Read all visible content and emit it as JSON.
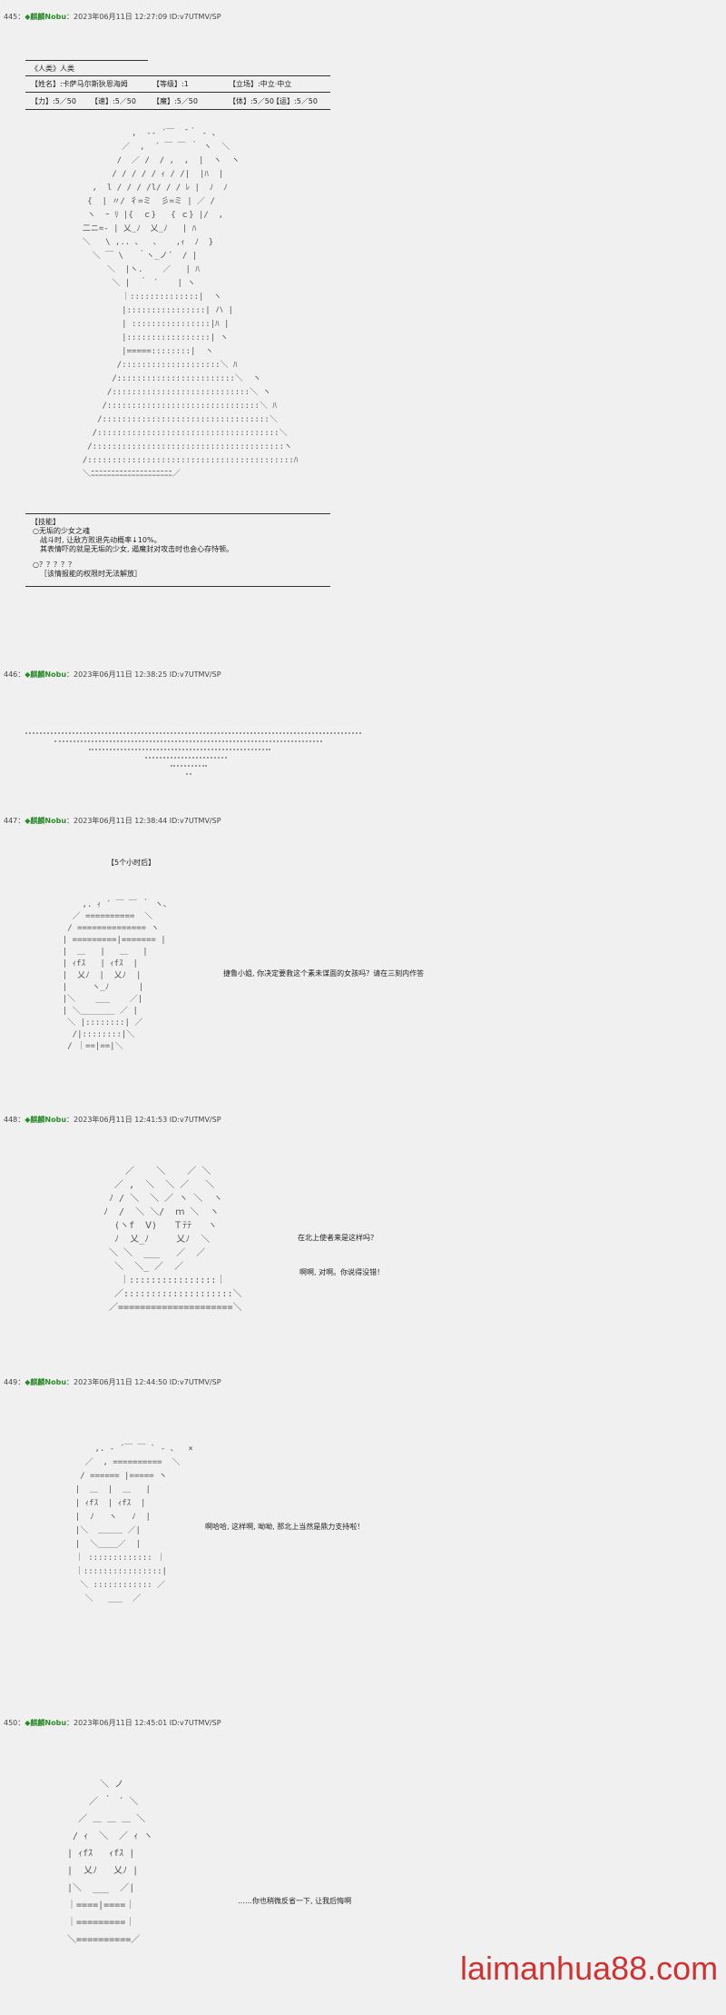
{
  "posts": [
    {
      "num": "445：",
      "name": "◆麒麟Nobu",
      "date": "：2023年06月11日 12:27:09 ID:v7UTMV/SP"
    },
    {
      "num": "446：",
      "name": "◆麒麟Nobu",
      "date": "：2023年06月11日 12:38:25 ID:v7UTMV/SP"
    },
    {
      "num": "447：",
      "name": "◆麒麟Nobu",
      "date": "：2023年06月11日 12:38:44 ID:v7UTMV/SP"
    },
    {
      "num": "448：",
      "name": "◆麒麟Nobu",
      "date": "：2023年06月11日 12:41:53 ID:v7UTMV/SP"
    },
    {
      "num": "449：",
      "name": "◆麒麟Nobu",
      "date": "：2023年06月11日 12:44:50 ID:v7UTMV/SP"
    },
    {
      "num": "450：",
      "name": "◆麒麟Nobu",
      "date": "：2023年06月11日 12:45:01 ID:v7UTMV/SP"
    }
  ],
  "stats": {
    "race": "《人类》人类",
    "name": "【姓名】:卡萨马尔斯狄恩海姆",
    "level": "【等级】:1",
    "stance": "【立场】:中立·中立",
    "str": "【力】:5／50",
    "spd": "【速】:5／50",
    "mag": "【魔】:5／50",
    "con": "【体】:5／50",
    "luk": "【运】:5／50"
  },
  "skills": {
    "header": "【技能】",
    "s1_title": "○无垢的少女之魂",
    "s1_l1": "战斗时, 让敌方败退先动概率↓10%。",
    "s1_l2": "其表情吓的就是无垢的少女, 遏魔封对攻击时也会心存恃顿。",
    "s2_title": "○？？？？？",
    "s2_l1": "［该情报能的权限时无法解放］"
  },
  "texts": {
    "time_skip": "【5个小时后】",
    "p447_line": "捷鲁小姐, 你决定要救这个素未谋面的女孩吗？请在三刻内作答",
    "p448_line1": "在北上使者来是这样吗？",
    "p448_line2": "啊啊, 对啊。你说得没错！",
    "p449_line": "啊哈哈, 这样啊, 呦呦, 那北上当然是鼎力支持啦！",
    "p450_line": "……你也稍微反省一下, 让我后悔啊"
  },
  "ascii": {
    "girl1": "            ,  -‐ ´￣  ̄ ｀ ‐ 、\n          ／  ,  ´ ￣ ￣ ｀ ヽ  ＼\n         /  ／ /  / ,  ,  |  ヽ  ヽ\n        / / / / / ｨ / /|  |ﾊ  |\n    ,  l / / / /l/ / / ﾚ |  ﾉ  ﾉ\n   {  | 〃/ 彳=ミ  彡=ミ | ／ /\n   ヽ  ｰ ﾘ |{  ｃ}   { ｃ} |/  ,\n  二ニ=‐ | 乂_ﾉ  乂_ﾉ   | ﾊ\n  ＼   \\ ,.. 、  、   ,ｨ  ﾉ  }\n    ＼ ￣ \\   ｀ヽ_ノ´  / |\n       ＼  |ヽ.    ／   | ﾊ\n        ＼ |  ｀ ´    | ヽ\n          ｜::::::::::::::|  ヽ\n          |::::::::::::::::| ハ |\n          | ::::::::::::::::|ﾊ |\n          |:::::::::::::::::| ヽ\n          |=====::::::::|  ヽ\n         /::::::::::::::::::::＼ ﾊ\n        /::::::::::::::::::::::::＼  ヽ\n       /::::::::::::::::::::::::::::＼ ヽ\n      /:::::::::::::::::::::::::::::::＼ ﾊ\n     /::::::::::::::::::::::::::::::::::＼\n    /:::::::::::::::::::::::::::::::::::::＼\n   /:::::::::::::::::::::::::::::::::::::::ヽ\n  /::::::::::::::::::::::::::::::::::::::::::ﾊ\n  ＼ﾆﾆﾆﾆﾆﾆﾆﾆﾆﾆﾆﾆﾆﾆﾆﾆﾆﾆﾆﾆ／",
    "girl2": "      ,. ｨ ´ ￣ ￣ ｀ ヽ、\n    ／ ==========  ＼\n   / ============== ヽ\n  | =========|======= |\n  |  ＿   |   ＿   |\n  | ｨfｽ   | ｨfｽ  |\n  |  乂ﾉ  |  乂ﾉ  |\n  |     ヽ_ﾉ      |\n  |＼    ___    ／|\n  | ＼_______ ／ |\n   ＼ |::::::::| ／\n    /|::::::::|＼\n   / ｜==|==|＼",
    "girl3": "     ／    ＼    ／ ＼\n   ／ ,  ＼  ＼ ／   ＼\n  ﾉ / ＼  ＼ ／ ヽ ＼  ヽ\n ﾉ  /  ＼ ＼/  ｍ ＼  ヽ\n   (ヽf  Ⅴ)   Ｔﾃﾃ   ヽ\n   ﾉ  乂_ﾉ     乂ﾉ  ＼\n  ＼ ＼  ___   ／  ／\n   ＼  ＼_ ／  ／\n    ｜::::::::::::::::｜\n   ／::::::::::::::::::::＼\n  ／=====================＼",
    "girl4": "      ,. ‐ ´￣ ￣ ` ‐ 、  ×\n    ／  , ==========  ＼\n   / ====== |===== ヽ\n  |  ＿  |  ＿   |\n  | ｨfｽ  | ｨfｽ  |\n  |  ﾉ   ヽ   ﾉ  |\n  |＼  ＿＿＿ ／|\n  |  ＼____／  |\n  ｜ ::::::::::::: ｜\n  ｜::::::::::::::::|\n   ＼ :::::::::::: ／\n    ＼   ___  ／",
    "girl5": "        ＼ ノ\n      ／ ｀ ´ ＼\n    ／ ＿ ＿ ＿ ＼\n   / ｨ  ＼  ／ ｨ ヽ\n  | ｨfｽ   ｨfｽ |\n  |  乂ﾉ   乂ﾉ |\n  |＼  ___  ／|\n  ｜====|====｜\n  ｜=========｜\n  ＼==========／"
  }
}
